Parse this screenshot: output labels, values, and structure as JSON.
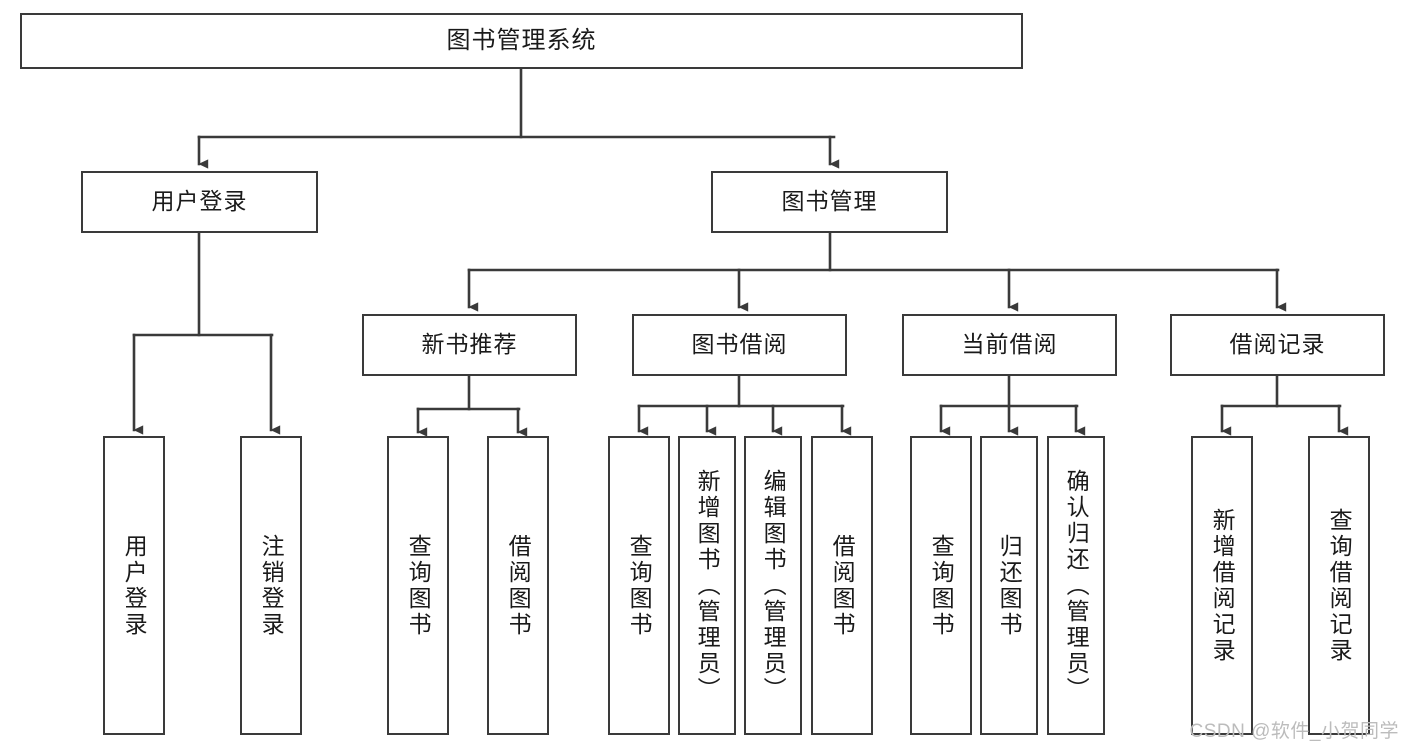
{
  "diagram": {
    "type": "tree",
    "title": "图书管理系统",
    "root": {
      "id": "root",
      "label": "图书管理系统"
    },
    "level2": [
      {
        "id": "user-login",
        "label": "用户登录"
      },
      {
        "id": "book-management",
        "label": "图书管理"
      }
    ],
    "level3": [
      {
        "id": "new-book-recommend",
        "label": "新书推荐",
        "parent": "book-management"
      },
      {
        "id": "book-borrow",
        "label": "图书借阅",
        "parent": "book-management"
      },
      {
        "id": "current-borrow",
        "label": "当前借阅",
        "parent": "book-management"
      },
      {
        "id": "borrow-record",
        "label": "借阅记录",
        "parent": "book-management"
      }
    ],
    "leaves": [
      {
        "id": "leaf-user-login",
        "label": "用户登录",
        "parent": "user-login"
      },
      {
        "id": "leaf-logout-login",
        "label": "注销登录",
        "parent": "user-login"
      },
      {
        "id": "leaf-query-book-1",
        "label": "查询图书",
        "parent": "new-book-recommend"
      },
      {
        "id": "leaf-borrow-book-1",
        "label": "借阅图书",
        "parent": "new-book-recommend"
      },
      {
        "id": "leaf-query-book-2",
        "label": "查询图书",
        "parent": "book-borrow"
      },
      {
        "id": "leaf-add-book",
        "label": "新增图书（管理员）",
        "parent": "book-borrow"
      },
      {
        "id": "leaf-edit-book",
        "label": "编辑图书（管理员）",
        "parent": "book-borrow"
      },
      {
        "id": "leaf-borrow-book-2",
        "label": "借阅图书",
        "parent": "book-borrow"
      },
      {
        "id": "leaf-query-book-3",
        "label": "查询图书",
        "parent": "current-borrow"
      },
      {
        "id": "leaf-return-book",
        "label": "归还图书",
        "parent": "current-borrow"
      },
      {
        "id": "leaf-confirm-return",
        "label": "确认归还（管理员）",
        "parent": "current-borrow"
      },
      {
        "id": "leaf-add-record",
        "label": "新增借阅记录",
        "parent": "borrow-record"
      },
      {
        "id": "leaf-query-record",
        "label": "查询借阅记录",
        "parent": "borrow-record"
      }
    ],
    "colors": {
      "box_border": "#3a3a3a",
      "box_fill": "#ffffff",
      "connector": "#3a3a3a",
      "text": "#1a1a1a",
      "watermark": "#bcbcbc"
    }
  },
  "watermark": {
    "text": "CSDN @软件_小贺同学"
  }
}
